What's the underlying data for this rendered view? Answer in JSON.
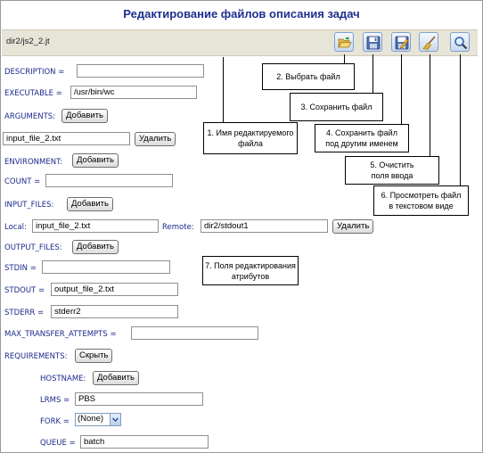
{
  "title": "Редактирование файлов описания задач",
  "file_name": "dir2/js2_2.jt",
  "toolbar": {
    "open_icon": "folder-open-icon",
    "save_icon": "floppy-disk-icon",
    "save_as_icon": "floppy-disk-pencil-icon",
    "clear_icon": "broom-icon",
    "view_icon": "magnifier-icon"
  },
  "fields": {
    "description": {
      "label": "DESCRIPTION =",
      "value": ""
    },
    "executable": {
      "label": "EXECUTABLE =",
      "value": "/usr/bin/wc"
    },
    "arguments": {
      "label": "ARGUMENTS:",
      "add": "Добавить",
      "value": "input_file_2.txt",
      "remove": "Удалить"
    },
    "environment": {
      "label": "ENVIRONMENT:",
      "add": "Добавить"
    },
    "count": {
      "label": "COUNT =",
      "value": ""
    },
    "input_files": {
      "label": "INPUT_FILES:",
      "add": "Добавить",
      "local_label": "Local:",
      "local_value": "input_file_2.txt",
      "remote_label": "Remote:",
      "remote_value": "dir2/stdout1",
      "remove": "Удалить"
    },
    "output_files": {
      "label": "OUTPUT_FILES:",
      "add": "Добавить"
    },
    "stdin": {
      "label": "STDIN =",
      "value": ""
    },
    "stdout": {
      "label": "STDOUT =",
      "value": "output_file_2.txt"
    },
    "stderr": {
      "label": "STDERR =",
      "value": "stderr2"
    },
    "max_transfer_attempts": {
      "label": "MAX_TRANSFER_ATTEMPTS =",
      "value": ""
    },
    "requirements": {
      "label": "REQUIREMENTS:",
      "hide": "Скрыть"
    },
    "hostname": {
      "label": "HOSTNAME:",
      "add": "Добавить"
    },
    "lrms": {
      "label": "LRMS =",
      "value": "PBS"
    },
    "fork": {
      "label": "FORK =",
      "value": "(None)"
    },
    "queue": {
      "label": "QUEUE =",
      "value": "batch"
    }
  },
  "callouts": {
    "c1": "1. Имя редактируемого\nфайла",
    "c2": "2. Выбрать файл",
    "c3": "3. Сохранить файл",
    "c4": "4. Сохранить файл\nпод другим именем",
    "c5": "5. Очистить\nполя ввода",
    "c6": "6. Просмотреть файл\nв текстовом виде",
    "c7": "7. Поля редактирования\nатрибутов"
  }
}
